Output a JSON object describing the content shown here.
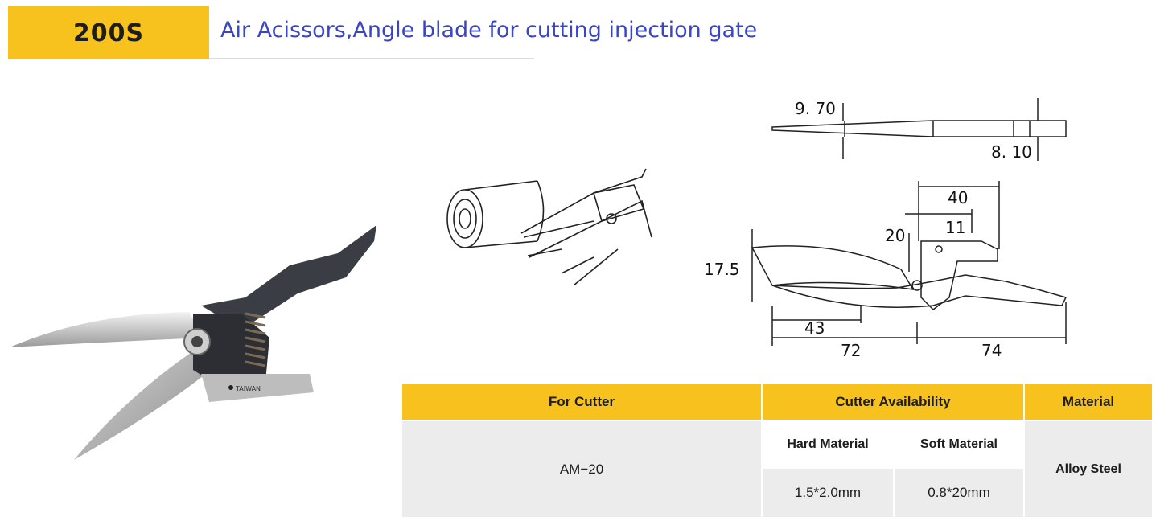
{
  "header": {
    "model": "200S",
    "title": "Air Acissors,Angle blade for cutting injection gate"
  },
  "photo": {
    "stamp": "TAIWAN"
  },
  "dimensions": {
    "d970": "9. 70",
    "d810": "8. 10",
    "d40": "40",
    "d20": "20",
    "d11": "11",
    "d175": "17.5",
    "d43": "43",
    "d72": "72",
    "d74": "74"
  },
  "table": {
    "col_cutter": "For Cutter",
    "col_availability": "Cutter Availability",
    "col_material": "Material",
    "sub_hard": "Hard Material",
    "sub_soft": "Soft Material",
    "cutter": "AM−20",
    "hard_value": "1.5*2.0mm",
    "soft_value": "0.8*20mm",
    "material": "Alloy Steel"
  },
  "colors": {
    "accent": "#f7c21e",
    "title": "#3a45c4"
  }
}
